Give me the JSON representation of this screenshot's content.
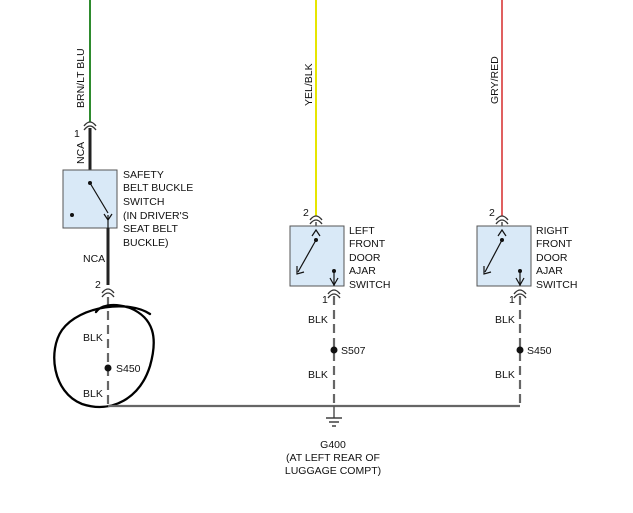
{
  "wires": {
    "w1": "BRN/LT BLU",
    "w2": "YEL/BLK",
    "w3": "GRY/RED",
    "nca_top": "NCA",
    "nca_bottom": "NCA",
    "blk": "BLK"
  },
  "pins": {
    "p1": "1",
    "p2": "2"
  },
  "switches": {
    "seatbelt": [
      "SAFETY",
      "BELT BUCKLE",
      "SWITCH",
      "(IN DRIVER'S",
      "SEAT BELT",
      "BUCKLE)"
    ],
    "left": [
      "LEFT",
      "FRONT",
      "DOOR",
      "AJAR",
      "SWITCH"
    ],
    "right": [
      "RIGHT",
      "FRONT",
      "DOOR",
      "AJAR",
      "SWITCH"
    ]
  },
  "splices": {
    "s450": "S450",
    "s507": "S507"
  },
  "ground": {
    "id": "G400",
    "loc1": "(AT LEFT REAR OF",
    "loc2": "LUGGAGE COMPT)"
  },
  "colors": {
    "green": "#2e8b2e",
    "yellow": "#e6e600",
    "red": "#e06060",
    "box_fill": "#d9e9f7",
    "wire": "#555555"
  }
}
